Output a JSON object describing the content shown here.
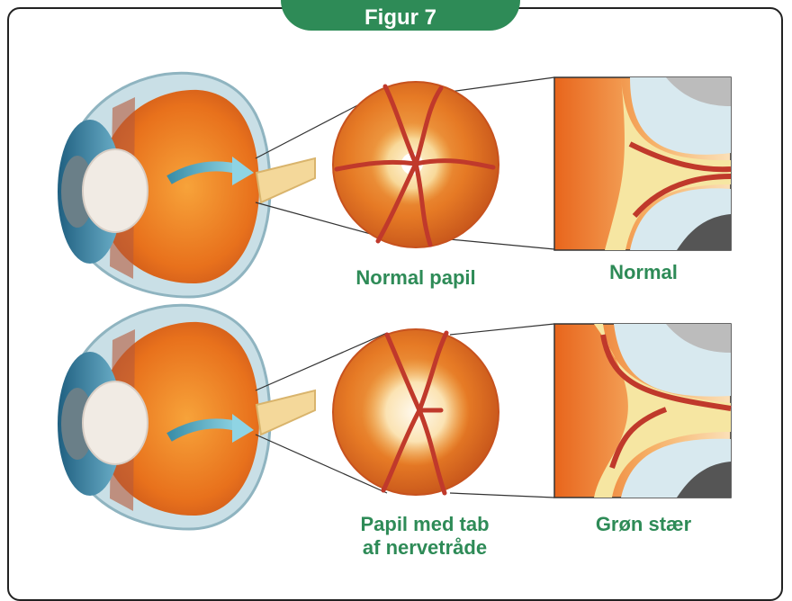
{
  "figure_tag": "Figur 7",
  "top_row": {
    "papil_label": "Normal papil",
    "section_label": "Normal"
  },
  "bottom_row": {
    "papil_label_line1": "Papil med tab",
    "papil_label_line2": "af nervetråde",
    "section_label": "Grøn stær"
  }
}
